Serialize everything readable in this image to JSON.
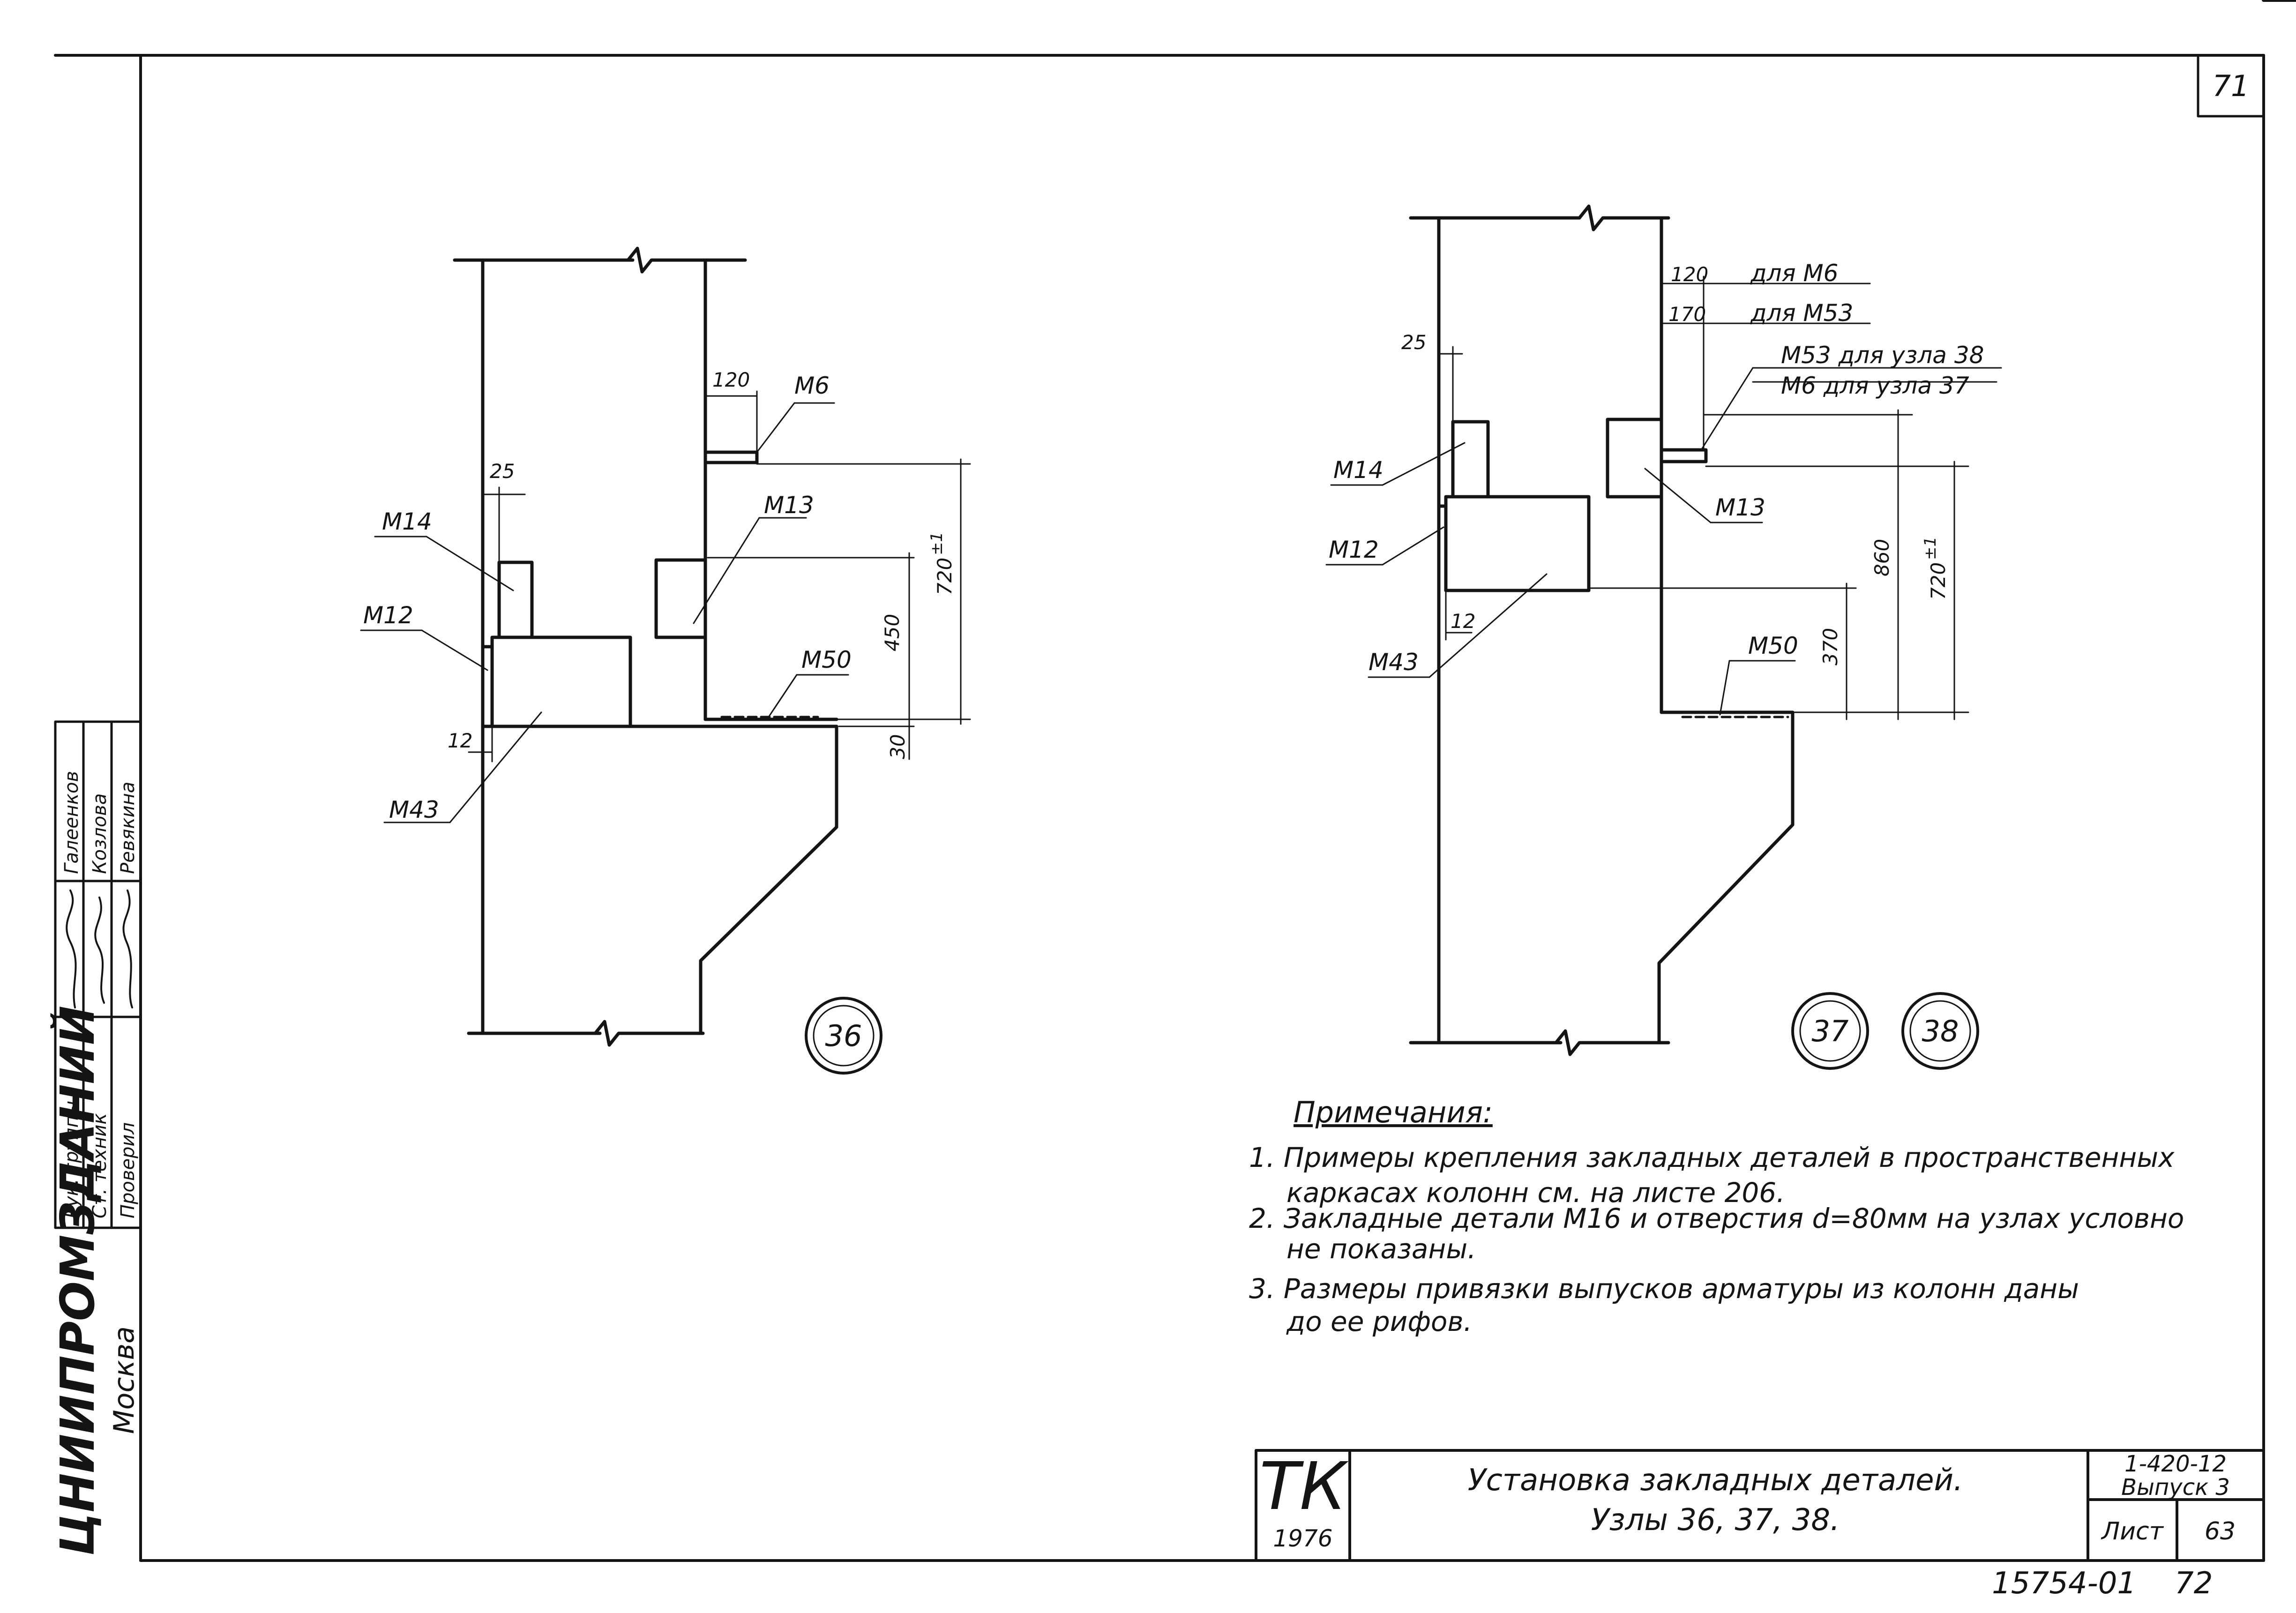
{
  "sheet": {
    "page_corner": "71",
    "bottom_number": "15754-01",
    "bottom_page": "72"
  },
  "side_stamp": {
    "org": "ЦНИИПРОМЗДАНИЙ",
    "city": "Москва",
    "roles": [
      "Рук. группы",
      "Ст. техник",
      "Проверил"
    ],
    "names": [
      "Галеенков",
      "Козлова",
      "Ревякина"
    ]
  },
  "node36": {
    "badge": "36",
    "labels": {
      "m14": "M14",
      "m12": "M12",
      "m43": "M43",
      "m13": "M13",
      "m6": "M6",
      "m50": "M50"
    },
    "dims": {
      "d120": "120",
      "d25": "25",
      "d12": "12",
      "d450": "450",
      "d720": "720",
      "d30": "30",
      "tol": "±1"
    }
  },
  "node3738": {
    "badges": [
      "37",
      "38"
    ],
    "labels": {
      "m14": "M14",
      "m12": "M12",
      "m43": "M43",
      "m13": "M13",
      "m50": "M50",
      "for_m6": "для  M6",
      "for_m53": "для  M53",
      "m53_node38": "M53 для узла 38",
      "m6_node37": "M6  для  узла 37"
    },
    "dims": {
      "d120": "120",
      "d170": "170",
      "d25": "25",
      "d12": "12",
      "d860": "860",
      "d720": "720",
      "d370": "370",
      "tol": "±1"
    }
  },
  "notes": {
    "heading": "Примечания:",
    "items": [
      "1. Примеры  крепления  закладных  деталей  в пространственных",
      "каркасах  колонн  см. на листе 206.",
      "2. Закладные  детали  M16 и отверстия  d=80мм  на узлах условно",
      "не показаны.",
      "3. Размеры  привязки  выпусков  арматуры из колонн даны",
      "до ее рифов."
    ]
  },
  "title_block": {
    "mark": "ТК",
    "year": "1976",
    "title_line1": "Установка  закладных  деталей.",
    "title_line2": "Узлы 36, 37, 38.",
    "series": "1-420-12",
    "issue": "Выпуск 3",
    "sheet_label": "Лист",
    "sheet_number": "63"
  }
}
